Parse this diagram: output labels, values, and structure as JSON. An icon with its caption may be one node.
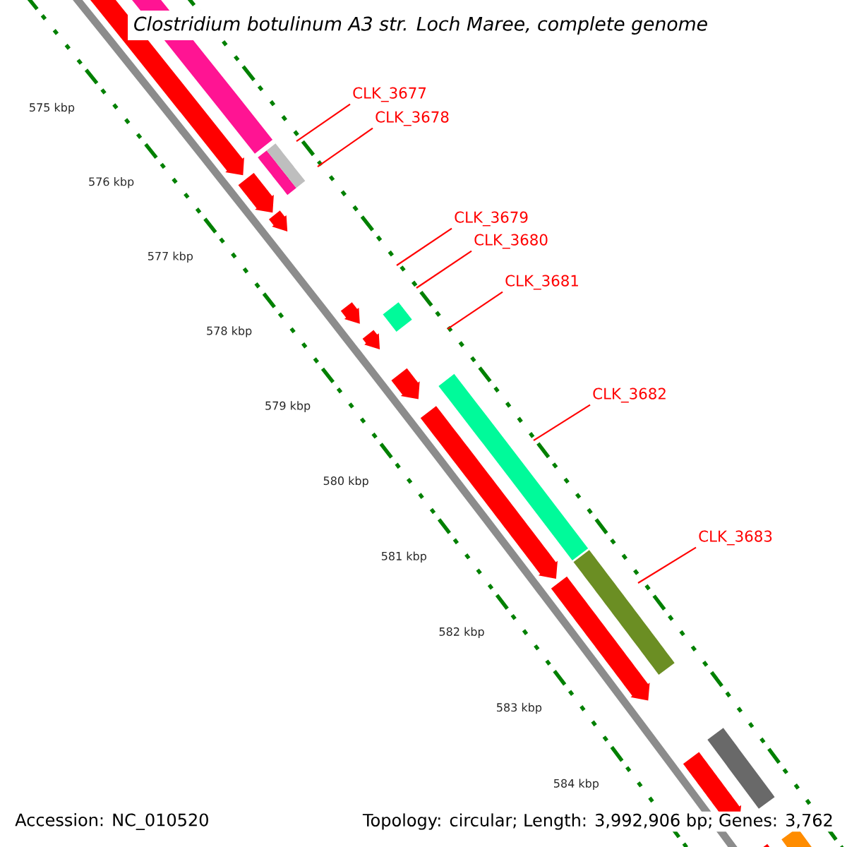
{
  "diagram": {
    "title": "Clostridium botulinum A3 str. Loch Maree, complete genome",
    "nodes": [
      {
        "text": [
          "CLK_3677"
        ]
      },
      {
        "text": [
          "CLK_3678"
        ]
      },
      {
        "text": [
          "CLK_3679"
        ]
      },
      {
        "text": [
          "CLK_3680"
        ]
      },
      {
        "text": [
          "CLK_3681"
        ]
      },
      {
        "text": [
          "CLK_3682"
        ]
      },
      {
        "text": [
          "CLK_3683"
        ]
      }
    ],
    "edges": [
      {
        "from": 0,
        "to": null,
        "arrow": "none"
      },
      {
        "from": 1,
        "to": null,
        "arrow": "none"
      },
      {
        "from": 2,
        "to": null,
        "arrow": "none"
      },
      {
        "from": 3,
        "to": null,
        "arrow": "none"
      },
      {
        "from": 4,
        "to": null,
        "arrow": "none"
      },
      {
        "from": 5,
        "to": null,
        "arrow": "none"
      },
      {
        "from": 6,
        "to": null,
        "arrow": "none"
      }
    ],
    "labels": [
      "575 kbp",
      "576 kbp",
      "577 kbp",
      "578 kbp",
      "579 kbp",
      "580 kbp",
      "581 kbp",
      "582 kbp",
      "583 kbp",
      "584 kbp",
      "Accession: NC_010520",
      "Topology: circular; Length: 3,992,906 bp; Genes: 3,762"
    ]
  }
}
